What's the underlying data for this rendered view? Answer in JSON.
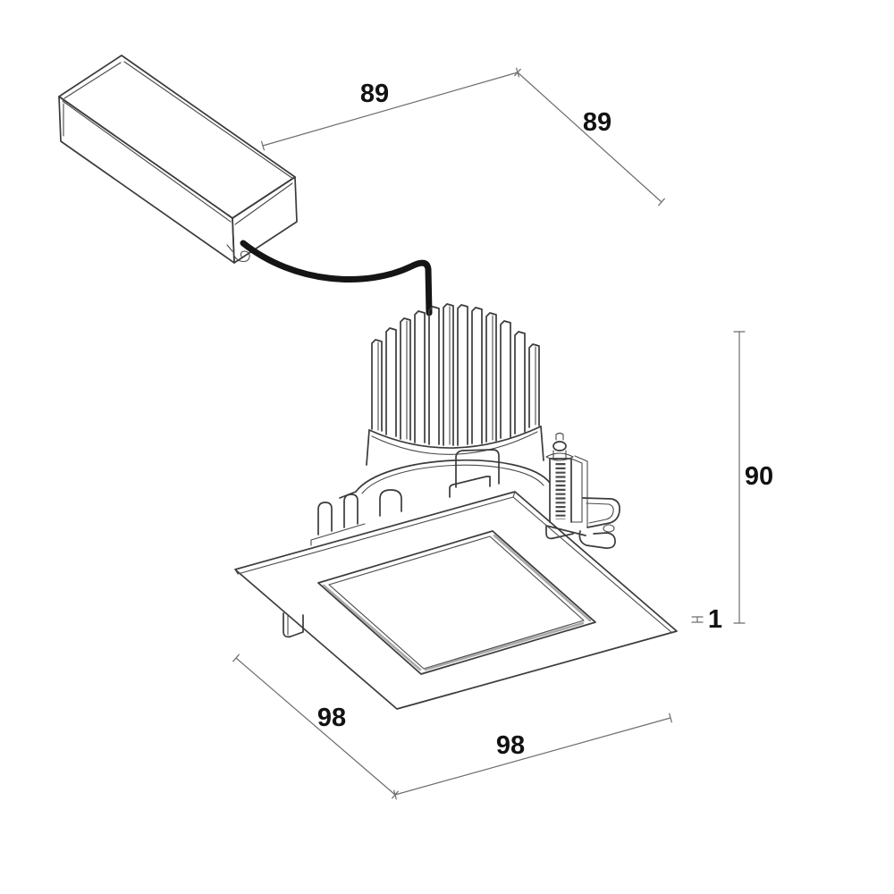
{
  "diagram": {
    "kind": "isometric-technical-line-drawing",
    "colors": {
      "background": "#ffffff",
      "line": "#3b3b3b",
      "dimension_line": "#6e6e6e",
      "label": "#121212",
      "cable": "#151515"
    },
    "dimensions": {
      "driver_length": "89",
      "driver_width": "89",
      "fixture_height": "90",
      "trim_lip_thickness": "1",
      "trim_side_left": "98",
      "trim_side_right": "98"
    },
    "parts": [
      {
        "name": "driver-box-drawing"
      },
      {
        "name": "power-cable-drawing"
      },
      {
        "name": "heatsink-fins-drawing"
      },
      {
        "name": "lamp-body-drawing"
      },
      {
        "name": "spring-clip-drawing"
      },
      {
        "name": "square-trim-drawing"
      }
    ]
  }
}
